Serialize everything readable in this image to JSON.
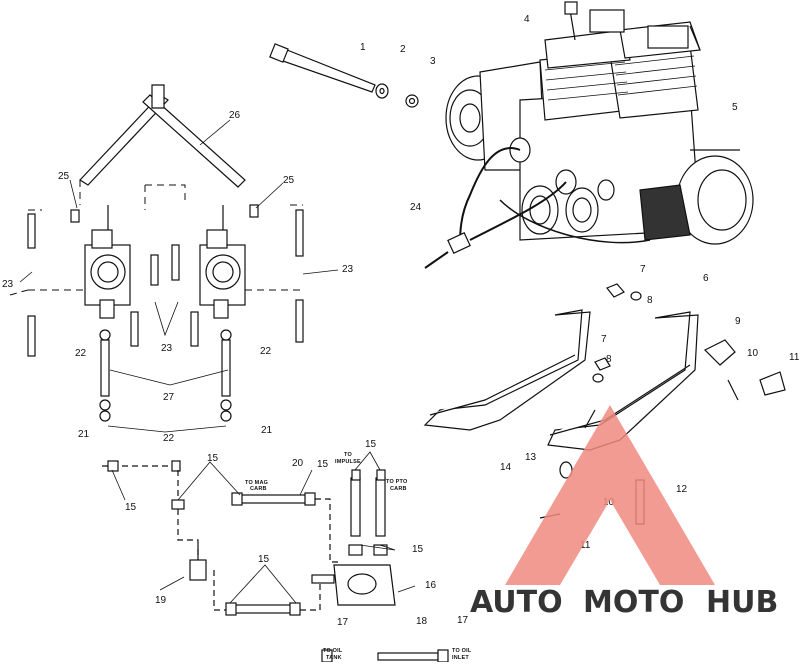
{
  "callouts": {
    "c1": "1",
    "c2": "2",
    "c3": "3",
    "c4": "4",
    "c5": "5",
    "c6": "6",
    "c7a": "7",
    "c8a": "8",
    "c7b": "7",
    "c8b": "8",
    "c9": "9",
    "c10a": "10",
    "c11a": "11",
    "c10b": "10",
    "c11b": "11",
    "c12": "12",
    "c13": "13",
    "c14": "14",
    "c15a": "15",
    "c15b": "15",
    "c15c": "15",
    "c15d": "15",
    "c15e": "15",
    "c15f": "15",
    "c16": "16",
    "c17a": "17",
    "c17b": "17",
    "c18": "18",
    "c19": "19",
    "c20": "20",
    "c21a": "21",
    "c21b": "21",
    "c22a": "22",
    "c22b": "22",
    "c22c": "22",
    "c23a": "23",
    "c23b": "23",
    "c23c": "23",
    "c24": "24",
    "c25a": "25",
    "c25b": "25",
    "c26": "26",
    "c27": "27"
  },
  "notes": {
    "to_mag_carb_1": "TO MAG",
    "to_mag_carb_2": "CARB",
    "to_impulse_1": "TO",
    "to_impulse_2": "IMPULSE",
    "to_pto_carb_1": "TO PTO",
    "to_pto_carb_2": "CARB",
    "to_oil_tank_1": "TO OIL",
    "to_oil_tank_2": "TANK",
    "to_oil_inlet_1": "TO OIL",
    "to_oil_inlet_2": "INLET"
  },
  "watermark": {
    "part1": "AUTO",
    "part2": "MOTO",
    "part3": "HUB",
    "color_auto": "#f2b441",
    "color_moto": "#f2b441",
    "color_hub": "#8f8f8f",
    "triangle_color": "#f08a80"
  }
}
